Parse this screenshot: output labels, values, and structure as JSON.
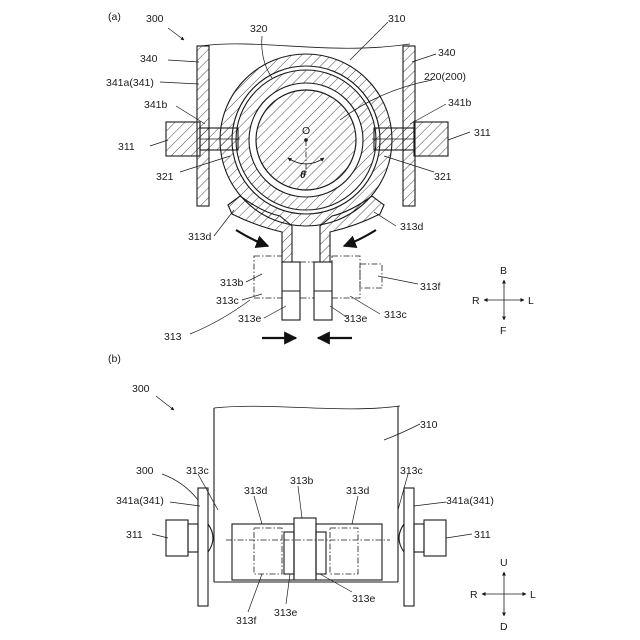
{
  "figure": {
    "panel_a": "(a)",
    "panel_b": "(b)",
    "a": {
      "ref_300": "300",
      "ref_320": "320",
      "ref_310": "310",
      "ref_340_l": "340",
      "ref_340_r": "340",
      "ref_341a": "341a(341)",
      "ref_220": "220(200)",
      "ref_341b_l": "341b",
      "ref_341b_r": "341b",
      "ref_311_l": "311",
      "ref_311_r": "311",
      "ref_321_l": "321",
      "ref_321_r": "321",
      "center_o": "O",
      "theta": "θ",
      "ref_313d_l": "313d",
      "ref_313d_r": "313d",
      "ref_313f": "313f",
      "ref_313b": "313b",
      "ref_313c_l": "313c",
      "ref_313c_r": "313c",
      "ref_313e_l": "313e",
      "ref_313e_r": "313e",
      "ref_313": "313",
      "compass": {
        "top": "B",
        "bottom": "F",
        "left": "R",
        "right": "L"
      }
    },
    "b": {
      "ref_300": "300",
      "ref_310": "310",
      "ref_300_side": "300",
      "ref_313c_l": "313c",
      "ref_313c_r": "313c",
      "ref_341a_l": "341a(341)",
      "ref_341a_r": "341a(341)",
      "ref_313d_l": "313d",
      "ref_313b": "313b",
      "ref_313d_r": "313d",
      "ref_311_l": "311",
      "ref_311_r": "311",
      "ref_313f": "313f",
      "ref_313e_l": "313e",
      "ref_313e_r": "313e",
      "compass": {
        "top": "U",
        "bottom": "D",
        "left": "R",
        "right": "L"
      }
    }
  }
}
